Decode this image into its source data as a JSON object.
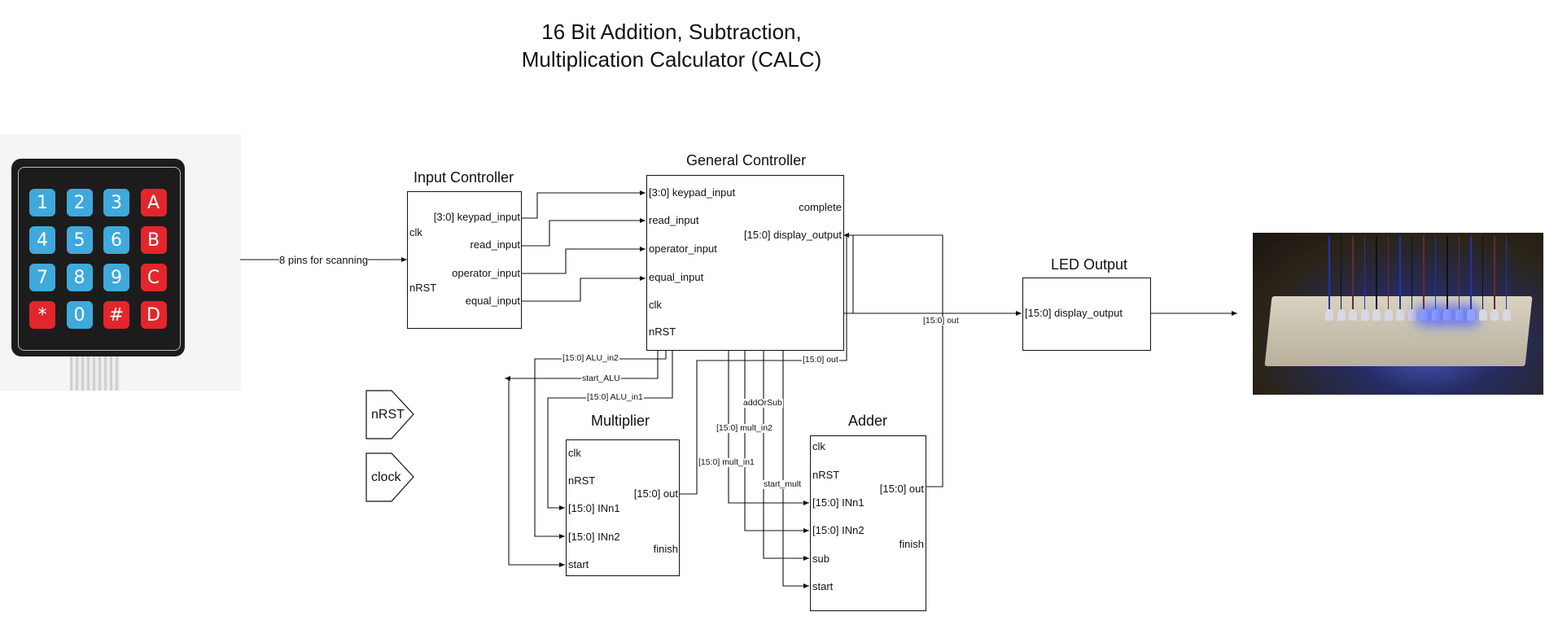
{
  "title_lines": [
    "16 Bit Addition, Subtraction,",
    "Multiplication Calculator (CALC)"
  ],
  "keypad": {
    "keys": [
      {
        "label": "1",
        "color": "blue"
      },
      {
        "label": "2",
        "color": "blue"
      },
      {
        "label": "3",
        "color": "blue"
      },
      {
        "label": "A",
        "color": "red"
      },
      {
        "label": "4",
        "color": "blue"
      },
      {
        "label": "5",
        "color": "blue"
      },
      {
        "label": "6",
        "color": "blue"
      },
      {
        "label": "B",
        "color": "red"
      },
      {
        "label": "7",
        "color": "blue"
      },
      {
        "label": "8",
        "color": "blue"
      },
      {
        "label": "9",
        "color": "blue"
      },
      {
        "label": "C",
        "color": "red"
      },
      {
        "label": "*",
        "color": "red"
      },
      {
        "label": "0",
        "color": "blue"
      },
      {
        "label": "#",
        "color": "red"
      },
      {
        "label": "D",
        "color": "red"
      }
    ]
  },
  "wires": {
    "pins_for_scanning": "8 pins for scanning",
    "out_to_led": "[15:0] out",
    "gc_out": "[15:0] out",
    "alu_in2": "[15:0] ALU_in2",
    "start_alu": "start_ALU",
    "alu_in1": "[15:0] ALU_in1",
    "add_or_sub": "addOrSub",
    "mult_in2": "[15:0] mult_in2",
    "mult_in1": "[15:0] mult_in1",
    "start_mult": "start_mult"
  },
  "input_controller": {
    "title": "Input Controller",
    "ports_in": [
      "clk",
      "nRST"
    ],
    "ports_out": [
      "[3:0] keypad_input",
      "read_input",
      "operator_input",
      "equal_input"
    ]
  },
  "general_controller": {
    "title": "General Controller",
    "ports_in": [
      "[3:0] keypad_input",
      "read_input",
      "operator_input",
      "equal_input",
      "clk",
      "nRST"
    ],
    "ports_out": [
      "complete",
      "[15:0] display_output"
    ]
  },
  "led_output": {
    "title": "LED Output",
    "port": "[15:0] display_output"
  },
  "multiplier": {
    "title": "Multiplier",
    "ports_in": [
      "clk",
      "nRST",
      "[15:0] INn1",
      "[15:0] INn2",
      "start"
    ],
    "ports_out": [
      "[15:0] out",
      "finish"
    ]
  },
  "adder": {
    "title": "Adder",
    "ports_in": [
      "clk",
      "nRST",
      "[15:0] INn1",
      "[15:0] INn2",
      "sub",
      "start"
    ],
    "ports_out": [
      "[15:0] out",
      "finish"
    ]
  },
  "global_inputs": [
    "nRST",
    "clock"
  ],
  "colors": {
    "line": "#111111",
    "key_blue": "#3fa9dc",
    "key_red": "#e3262c",
    "led_blue": "#4e62ff"
  }
}
